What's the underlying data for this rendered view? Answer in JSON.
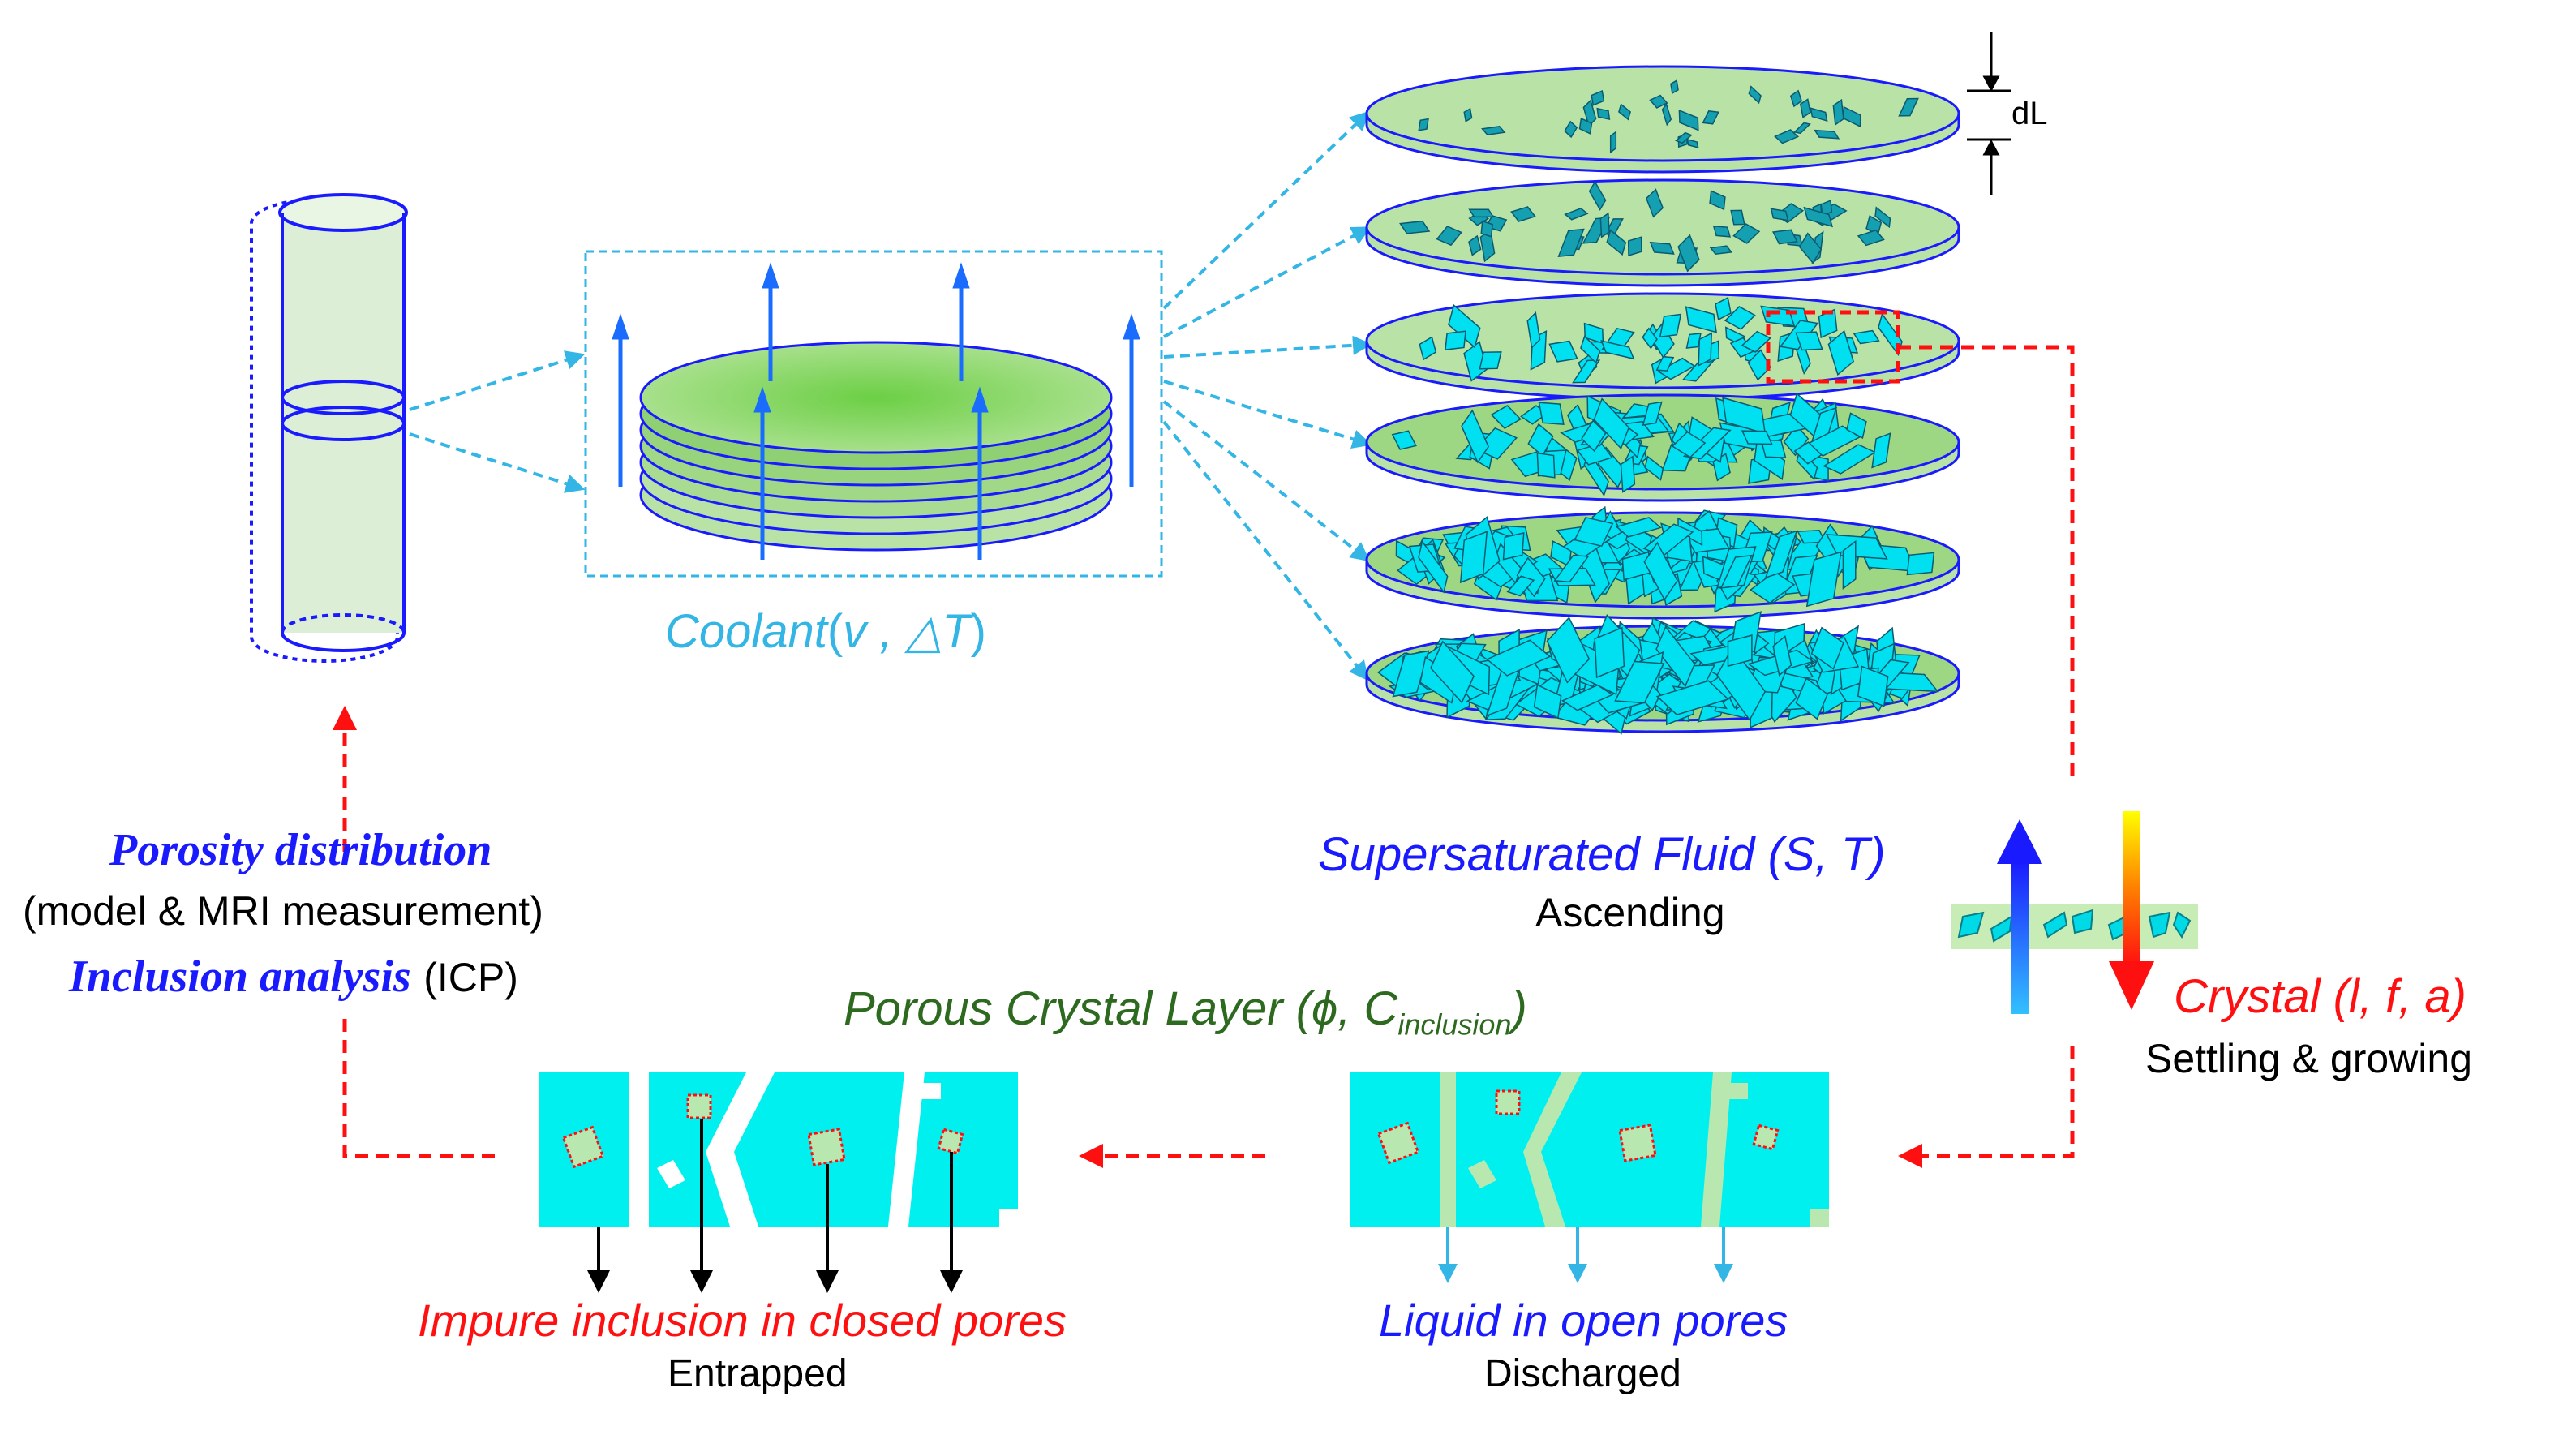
{
  "coolant": {
    "label": "Coolant",
    "open": "(",
    "params": "v , △T",
    "close": ")"
  },
  "dl_label": "dL",
  "supersaturated": {
    "label": "Supersaturated Fluid",
    "params": "(S, T)",
    "sub": "Ascending"
  },
  "crystal": {
    "label": "Crystal",
    "params": "(l, f, a)",
    "sub": "Settling & growing"
  },
  "porosity": {
    "line1": "Porosity distribution",
    "line2": "(model & MRI measurement)",
    "line3_italic": "Inclusion analysis",
    "line3_plain": "(ICP)"
  },
  "porous_layer": {
    "label": "Porous Crystal Layer",
    "phi": "(ϕ, C",
    "sub": "inclusion",
    "close": ")"
  },
  "impure": {
    "label": "Impure inclusion in closed pores",
    "sub": "Entrapped"
  },
  "liquid": {
    "label": "Liquid in open pores",
    "sub": "Discharged"
  },
  "colors": {
    "blue": "#1a1aff",
    "cyan": "#00e5f0",
    "red": "#ff1010",
    "green_text": "#2d6a1f",
    "disk_green": "#b9e3a6",
    "light_blue": "#33b5e5"
  }
}
